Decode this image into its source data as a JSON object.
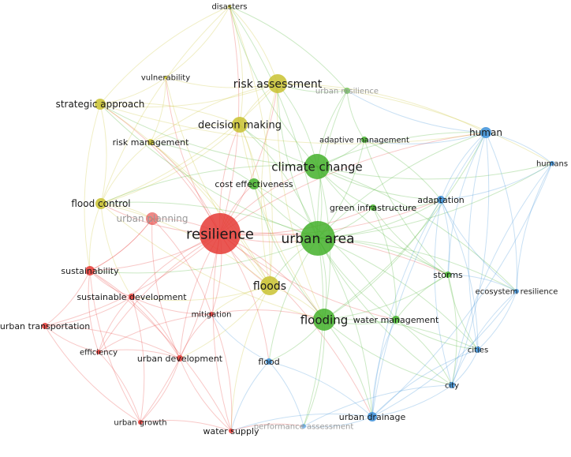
{
  "network": {
    "clusters": {
      "red": {
        "color": "#e53935"
      },
      "green": {
        "color": "#43b02a"
      },
      "blue": {
        "color": "#3b8fd9"
      },
      "yellow": {
        "color": "#c9c230"
      }
    },
    "nodes": [
      {
        "id": "disasters",
        "label": "disasters",
        "cluster": "yellow",
        "weight": 1
      },
      {
        "id": "vulnerability",
        "label": "vulnerability",
        "cluster": "yellow",
        "weight": 1
      },
      {
        "id": "risk-assessment",
        "label": "risk assessment",
        "cluster": "yellow",
        "weight": 4
      },
      {
        "id": "urban-resilience",
        "label": "urban resilience",
        "cluster": "green",
        "weight": 1,
        "faded": true
      },
      {
        "id": "strategic-approach",
        "label": "strategic approach",
        "cluster": "yellow",
        "weight": 2
      },
      {
        "id": "decision-making",
        "label": "decision making",
        "cluster": "yellow",
        "weight": 3
      },
      {
        "id": "risk-management",
        "label": "risk management",
        "cluster": "yellow",
        "weight": 1
      },
      {
        "id": "adaptive-management",
        "label": "adaptive management",
        "cluster": "green",
        "weight": 1
      },
      {
        "id": "human",
        "label": "human",
        "cluster": "blue",
        "weight": 2
      },
      {
        "id": "humans",
        "label": "humans",
        "cluster": "blue",
        "weight": 1
      },
      {
        "id": "climate-change",
        "label": "climate change",
        "cluster": "green",
        "weight": 6
      },
      {
        "id": "cost-effectiveness",
        "label": "cost effectiveness",
        "cluster": "green",
        "weight": 2
      },
      {
        "id": "adaptation",
        "label": "adaptation",
        "cluster": "blue",
        "weight": 1
      },
      {
        "id": "flood-control",
        "label": "flood control",
        "cluster": "yellow",
        "weight": 2
      },
      {
        "id": "urban-planning",
        "label": "urban planning",
        "cluster": "red",
        "weight": 2,
        "faded": true
      },
      {
        "id": "green-infrastructure",
        "label": "green infrastructure",
        "cluster": "green",
        "weight": 1
      },
      {
        "id": "resilience",
        "label": "resilience",
        "cluster": "red",
        "weight": 10
      },
      {
        "id": "urban-area",
        "label": "urban area",
        "cluster": "green",
        "weight": 8
      },
      {
        "id": "sustainability",
        "label": "sustainability",
        "cluster": "red",
        "weight": 2
      },
      {
        "id": "storms",
        "label": "storms",
        "cluster": "green",
        "weight": 1
      },
      {
        "id": "floods",
        "label": "floods",
        "cluster": "yellow",
        "weight": 4
      },
      {
        "id": "sustainable-development",
        "label": "sustainable development",
        "cluster": "red",
        "weight": 1
      },
      {
        "id": "ecosystem-resilience",
        "label": "ecosystem resilience",
        "cluster": "blue",
        "weight": 1
      },
      {
        "id": "mitigation",
        "label": "mitigation",
        "cluster": "red",
        "weight": 1
      },
      {
        "id": "flooding",
        "label": "flooding",
        "cluster": "green",
        "weight": 5
      },
      {
        "id": "water-management",
        "label": "water management",
        "cluster": "green",
        "weight": 1
      },
      {
        "id": "urban-transportation",
        "label": "urban transportation",
        "cluster": "red",
        "weight": 1
      },
      {
        "id": "efficiency",
        "label": "efficiency",
        "cluster": "red",
        "weight": 1
      },
      {
        "id": "urban-development",
        "label": "urban development",
        "cluster": "red",
        "weight": 1
      },
      {
        "id": "flood",
        "label": "flood",
        "cluster": "blue",
        "weight": 1
      },
      {
        "id": "cities",
        "label": "cities",
        "cluster": "blue",
        "weight": 1
      },
      {
        "id": "city",
        "label": "city",
        "cluster": "blue",
        "weight": 1
      },
      {
        "id": "urban-drainage",
        "label": "urban drainage",
        "cluster": "blue",
        "weight": 2
      },
      {
        "id": "urban-growth",
        "label": "urban growth",
        "cluster": "red",
        "weight": 1
      },
      {
        "id": "water-supply",
        "label": "water supply",
        "cluster": "red",
        "weight": 1
      },
      {
        "id": "performance-assessment",
        "label": "performance assessment",
        "cluster": "blue",
        "weight": 1,
        "faded": true
      }
    ],
    "edges": [
      [
        "resilience",
        "urban-area"
      ],
      [
        "resilience",
        "climate-change"
      ],
      [
        "resilience",
        "floods"
      ],
      [
        "resilience",
        "flooding"
      ],
      [
        "resilience",
        "risk-assessment"
      ],
      [
        "resilience",
        "decision-making"
      ],
      [
        "resilience",
        "urban-planning"
      ],
      [
        "resilience",
        "sustainability"
      ],
      [
        "resilience",
        "sustainable-development"
      ],
      [
        "resilience",
        "flood-control"
      ],
      [
        "resilience",
        "strategic-approach"
      ],
      [
        "resilience",
        "vulnerability"
      ],
      [
        "resilience",
        "disasters"
      ],
      [
        "resilience",
        "urban-transportation"
      ],
      [
        "resilience",
        "water-supply"
      ],
      [
        "resilience",
        "urban-growth"
      ],
      [
        "resilience",
        "urban-development"
      ],
      [
        "resilience",
        "mitigation"
      ],
      [
        "resilience",
        "efficiency"
      ],
      [
        "resilience",
        "human"
      ],
      [
        "resilience",
        "adaptation"
      ],
      [
        "resilience",
        "cost-effectiveness"
      ],
      [
        "resilience",
        "risk-management"
      ],
      [
        "resilience",
        "urban-drainage"
      ],
      [
        "resilience",
        "water-management"
      ],
      [
        "resilience",
        "flood"
      ],
      [
        "resilience",
        "green-infrastructure"
      ],
      [
        "resilience",
        "storms"
      ],
      [
        "urban-area",
        "climate-change"
      ],
      [
        "urban-area",
        "flooding"
      ],
      [
        "urban-area",
        "floods"
      ],
      [
        "urban-area",
        "risk-assessment"
      ],
      [
        "urban-area",
        "decision-making"
      ],
      [
        "urban-area",
        "human"
      ],
      [
        "urban-area",
        "adaptation"
      ],
      [
        "urban-area",
        "urban-drainage"
      ],
      [
        "urban-area",
        "water-management"
      ],
      [
        "urban-area",
        "storms"
      ],
      [
        "urban-area",
        "green-infrastructure"
      ],
      [
        "urban-area",
        "cities"
      ],
      [
        "urban-area",
        "city"
      ],
      [
        "urban-area",
        "ecosystem-resilience"
      ],
      [
        "urban-area",
        "humans"
      ],
      [
        "urban-area",
        "cost-effectiveness"
      ],
      [
        "urban-area",
        "adaptive-management"
      ],
      [
        "urban-area",
        "performance-assessment"
      ],
      [
        "urban-area",
        "flood"
      ],
      [
        "urban-area",
        "urban-resilience"
      ],
      [
        "urban-area",
        "disasters"
      ],
      [
        "urban-area",
        "strategic-approach"
      ],
      [
        "urban-area",
        "flood-control"
      ],
      [
        "urban-area",
        "sustainability"
      ],
      [
        "climate-change",
        "risk-assessment"
      ],
      [
        "climate-change",
        "decision-making"
      ],
      [
        "climate-change",
        "adaptive-management"
      ],
      [
        "climate-change",
        "human"
      ],
      [
        "climate-change",
        "adaptation"
      ],
      [
        "climate-change",
        "flooding"
      ],
      [
        "climate-change",
        "storms"
      ],
      [
        "climate-change",
        "strategic-approach"
      ],
      [
        "climate-change",
        "flood-control"
      ],
      [
        "climate-change",
        "disasters"
      ],
      [
        "climate-change",
        "humans"
      ],
      [
        "climate-change",
        "urban-resilience"
      ],
      [
        "climate-change",
        "green-infrastructure"
      ],
      [
        "climate-change",
        "ecosystem-resilience"
      ],
      [
        "risk-assessment",
        "decision-making"
      ],
      [
        "risk-assessment",
        "strategic-approach"
      ],
      [
        "risk-assessment",
        "disasters"
      ],
      [
        "risk-assessment",
        "vulnerability"
      ],
      [
        "risk-assessment",
        "risk-management"
      ],
      [
        "risk-assessment",
        "flood-control"
      ],
      [
        "risk-assessment",
        "floods"
      ],
      [
        "risk-assessment",
        "human"
      ],
      [
        "risk-assessment",
        "flooding"
      ],
      [
        "risk-assessment",
        "humans"
      ],
      [
        "decision-making",
        "strategic-approach"
      ],
      [
        "decision-making",
        "flood-control"
      ],
      [
        "decision-making",
        "risk-management"
      ],
      [
        "decision-making",
        "floods"
      ],
      [
        "decision-making",
        "flooding"
      ],
      [
        "decision-making",
        "cost-effectiveness"
      ],
      [
        "decision-making",
        "disasters"
      ],
      [
        "strategic-approach",
        "flood-control"
      ],
      [
        "strategic-approach",
        "vulnerability"
      ],
      [
        "strategic-approach",
        "floods"
      ],
      [
        "strategic-approach",
        "sustainability"
      ],
      [
        "strategic-approach",
        "disasters"
      ],
      [
        "strategic-approach",
        "human"
      ],
      [
        "flood-control",
        "floods"
      ],
      [
        "flood-control",
        "sustainability"
      ],
      [
        "flood-control",
        "urban-planning"
      ],
      [
        "flood-control",
        "flooding"
      ],
      [
        "flood-control",
        "disasters"
      ],
      [
        "flood-control",
        "sustainable-development"
      ],
      [
        "floods",
        "flooding"
      ],
      [
        "floods",
        "mitigation"
      ],
      [
        "floods",
        "urban-development"
      ],
      [
        "floods",
        "water-supply"
      ],
      [
        "floods",
        "sustainable-development"
      ],
      [
        "floods",
        "disasters"
      ],
      [
        "floods",
        "vulnerability"
      ],
      [
        "flooding",
        "water-management"
      ],
      [
        "flooding",
        "urban-drainage"
      ],
      [
        "flooding",
        "storms"
      ],
      [
        "flooding",
        "cities"
      ],
      [
        "flooding",
        "city"
      ],
      [
        "flooding",
        "flood"
      ],
      [
        "flooding",
        "adaptation"
      ],
      [
        "flooding",
        "performance-assessment"
      ],
      [
        "flooding",
        "human"
      ],
      [
        "human",
        "humans"
      ],
      [
        "human",
        "adaptation"
      ],
      [
        "human",
        "ecosystem-resilience"
      ],
      [
        "human",
        "cities"
      ],
      [
        "human",
        "city"
      ],
      [
        "human",
        "storms"
      ],
      [
        "human",
        "adaptive-management"
      ],
      [
        "human",
        "urban-drainage"
      ],
      [
        "human",
        "urban-resilience"
      ],
      [
        "humans",
        "ecosystem-resilience"
      ],
      [
        "humans",
        "adaptation"
      ],
      [
        "humans",
        "city"
      ],
      [
        "humans",
        "urban-drainage"
      ],
      [
        "adaptation",
        "ecosystem-resilience"
      ],
      [
        "adaptation",
        "cities"
      ],
      [
        "adaptation",
        "city"
      ],
      [
        "adaptation",
        "storms"
      ],
      [
        "adaptation",
        "urban-drainage"
      ],
      [
        "ecosystem-resilience",
        "cities"
      ],
      [
        "ecosystem-resilience",
        "city"
      ],
      [
        "ecosystem-resilience",
        "urban-drainage"
      ],
      [
        "ecosystem-resilience",
        "storms"
      ],
      [
        "cities",
        "city"
      ],
      [
        "cities",
        "urban-drainage"
      ],
      [
        "city",
        "urban-drainage"
      ],
      [
        "city",
        "performance-assessment"
      ],
      [
        "urban-drainage",
        "performance-assessment"
      ],
      [
        "urban-drainage",
        "flood"
      ],
      [
        "urban-drainage",
        "water-management"
      ],
      [
        "urban-drainage",
        "water-supply"
      ],
      [
        "flood",
        "performance-assessment"
      ],
      [
        "flood",
        "water-supply"
      ],
      [
        "flood",
        "mitigation"
      ],
      [
        "sustainability",
        "sustainable-development"
      ],
      [
        "sustainability",
        "urban-transportation"
      ],
      [
        "sustainability",
        "efficiency"
      ],
      [
        "sustainability",
        "urban-development"
      ],
      [
        "sustainability",
        "urban-growth"
      ],
      [
        "sustainability",
        "water-supply"
      ],
      [
        "sustainability",
        "urban-planning"
      ],
      [
        "sustainable-development",
        "urban-transportation"
      ],
      [
        "sustainable-development",
        "efficiency"
      ],
      [
        "sustainable-development",
        "urban-development"
      ],
      [
        "sustainable-development",
        "mitigation"
      ],
      [
        "sustainable-development",
        "urban-growth"
      ],
      [
        "urban-transportation",
        "efficiency"
      ],
      [
        "urban-transportation",
        "urban-development"
      ],
      [
        "urban-transportation",
        "urban-growth"
      ],
      [
        "urban-development",
        "urban-growth"
      ],
      [
        "urban-development",
        "water-supply"
      ],
      [
        "urban-development",
        "mitigation"
      ],
      [
        "urban-development",
        "efficiency"
      ],
      [
        "urban-growth",
        "water-supply"
      ],
      [
        "urban-growth",
        "efficiency"
      ],
      [
        "water-supply",
        "performance-assessment"
      ],
      [
        "water-supply",
        "mitigation"
      ],
      [
        "urban-planning",
        "sustainability"
      ],
      [
        "urban-planning",
        "urban-development"
      ],
      [
        "urban-planning",
        "mitigation"
      ],
      [
        "green-infrastructure",
        "storms"
      ],
      [
        "green-infrastructure",
        "water-management"
      ],
      [
        "green-infrastructure",
        "adaptation"
      ],
      [
        "adaptive-management",
        "adaptation"
      ],
      [
        "adaptive-management",
        "storms"
      ],
      [
        "adaptive-management",
        "urban-resilience"
      ],
      [
        "cost-effectiveness",
        "flooding"
      ],
      [
        "cost-effectiveness",
        "water-management"
      ],
      [
        "cost-effectiveness",
        "risk-management"
      ],
      [
        "water-management",
        "storms"
      ],
      [
        "water-management",
        "cities"
      ],
      [
        "water-management",
        "city"
      ],
      [
        "storms",
        "cities"
      ],
      [
        "storms",
        "city"
      ],
      [
        "urban-resilience",
        "disasters"
      ],
      [
        "urban-resilience",
        "risk-assessment"
      ],
      [
        "vulnerability",
        "disasters"
      ],
      [
        "vulnerability",
        "risk-management"
      ],
      [
        "risk-management",
        "flood-control"
      ],
      [
        "risk-management",
        "floods"
      ],
      [
        "mitigation",
        "efficiency"
      ],
      [
        "mitigation",
        "flooding"
      ]
    ]
  }
}
